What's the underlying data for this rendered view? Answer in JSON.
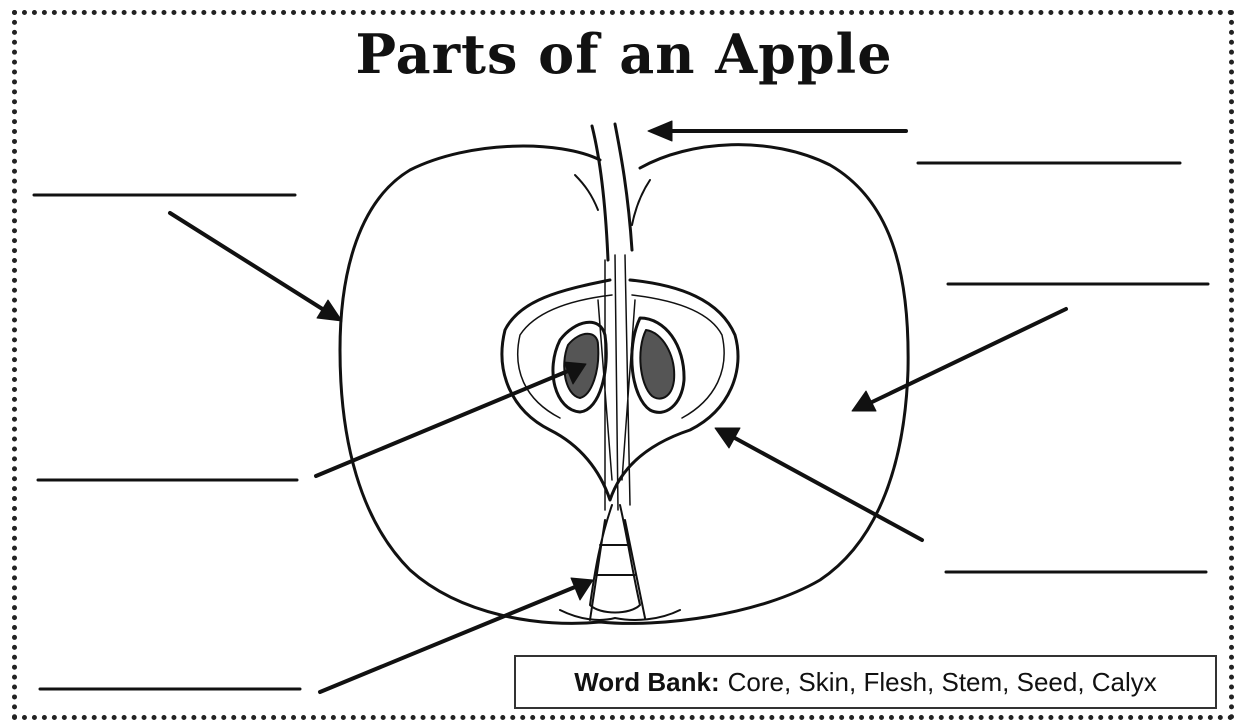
{
  "worksheet": {
    "title": "Parts of an Apple",
    "word_bank": {
      "label": "Word Bank:",
      "words": "Core, Skin, Flesh, Stem, Seed, Calyx"
    }
  }
}
